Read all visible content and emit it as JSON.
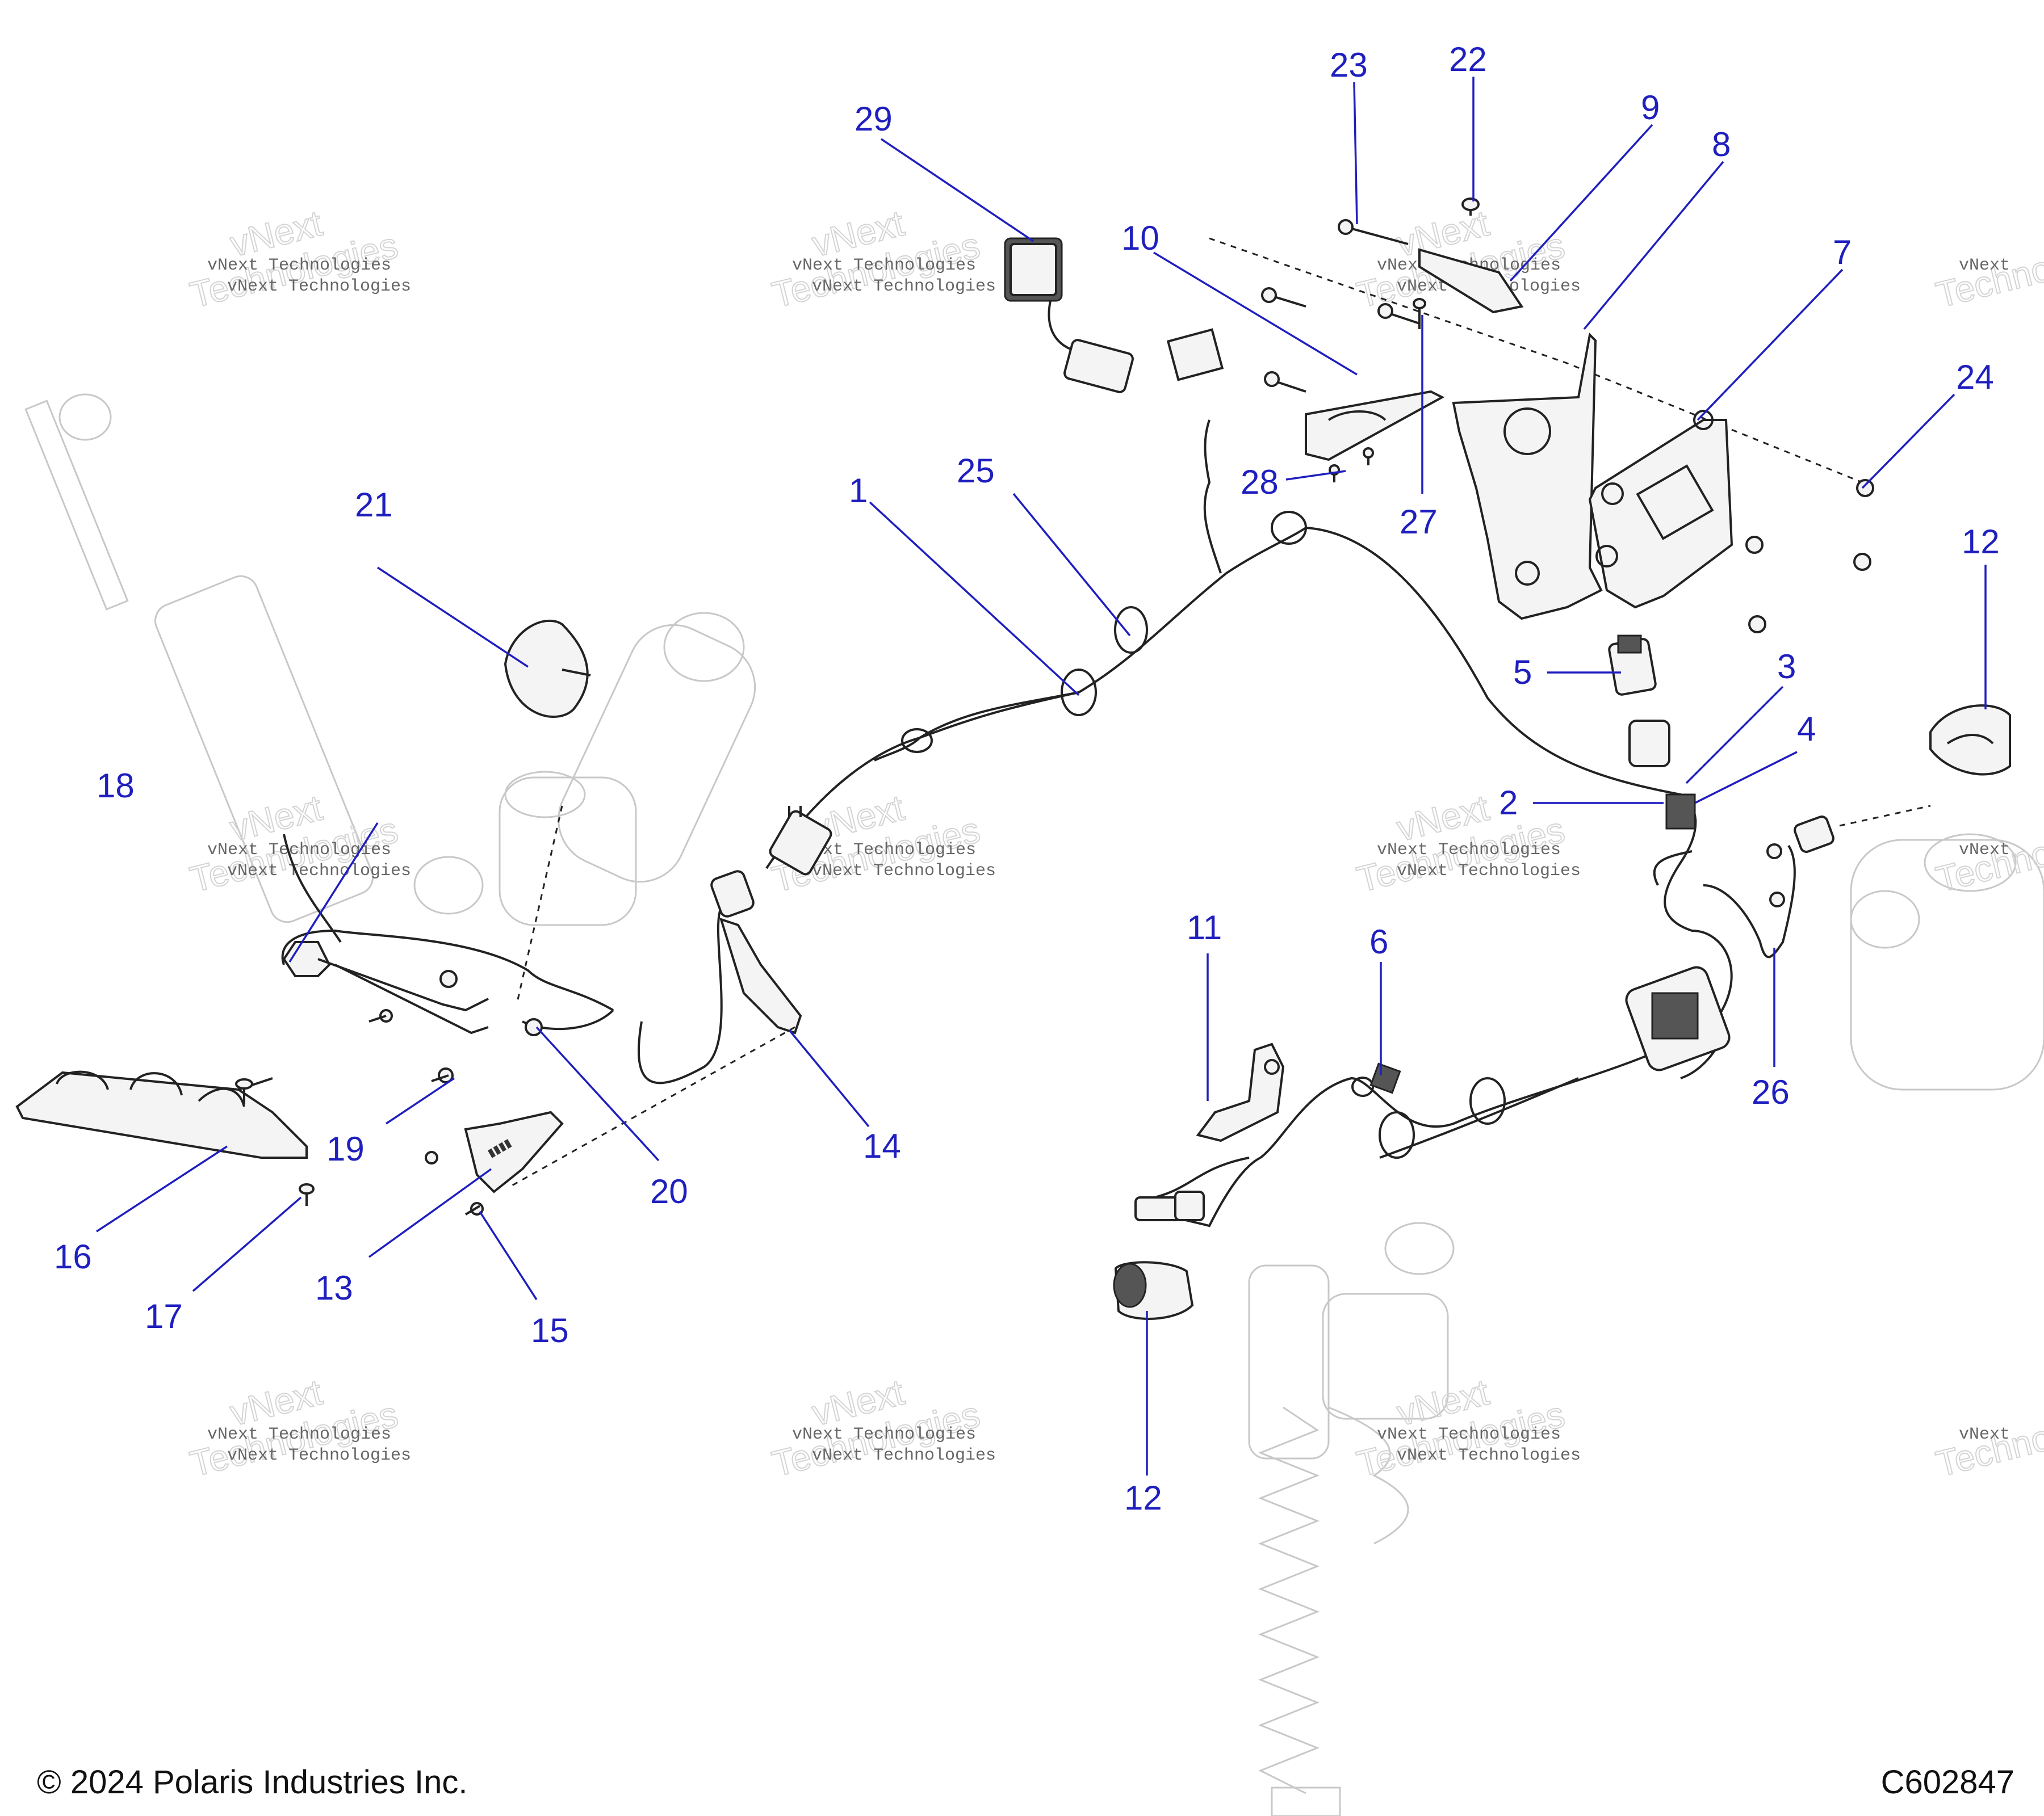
{
  "copyright": "© 2024 Polaris Industries Inc.",
  "figure_code": "C602847",
  "watermark": {
    "line1": "vNext Technologies",
    "line2": "Technologies",
    "overlay": "vNext"
  },
  "callouts": {
    "c1": "1",
    "c2": "2",
    "c3": "3",
    "c4": "4",
    "c5": "5",
    "c6": "6",
    "c7": "7",
    "c8": "8",
    "c9": "9",
    "c10": "10",
    "c11": "11",
    "c12a": "12",
    "c12b": "12",
    "c13": "13",
    "c14": "14",
    "c15": "15",
    "c16": "16",
    "c17": "17",
    "c18": "18",
    "c19": "19",
    "c20": "20",
    "c21": "21",
    "c22": "22",
    "c23": "23",
    "c24": "24",
    "c25": "25",
    "c26": "26",
    "c27": "27",
    "c28": "28",
    "c29": "29"
  },
  "colors": {
    "callout": "#1f1fbf",
    "line": "#222222",
    "ghost": "#c8c8c8"
  }
}
